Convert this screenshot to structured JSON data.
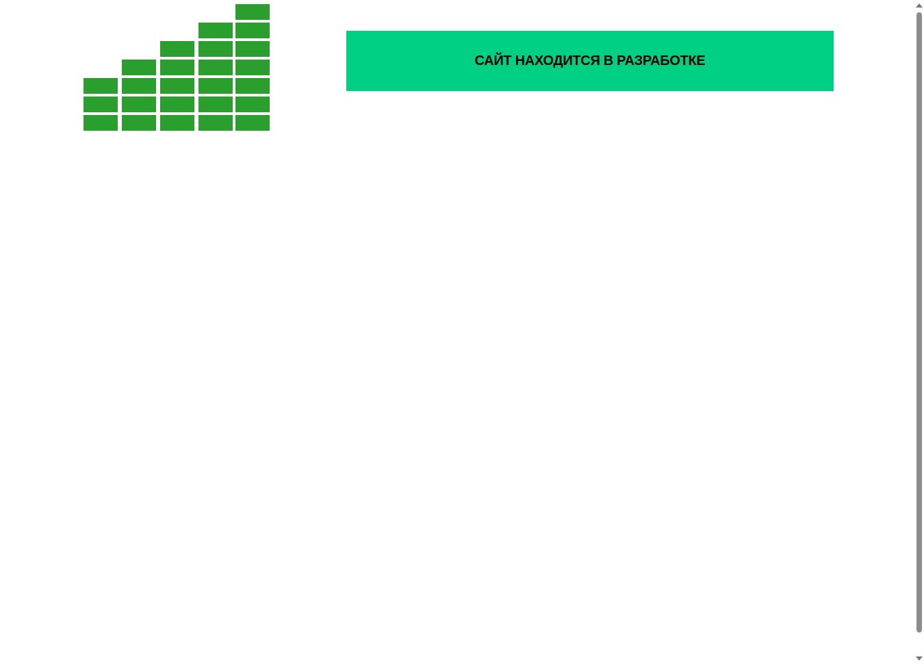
{
  "logo": {
    "column_heights": [
      3,
      4,
      5,
      6,
      7
    ],
    "color": "#2a9f2e"
  },
  "banner": {
    "text": "САЙТ НАХОДИТСЯ В РАЗРАБОТКЕ",
    "color": "#00d084"
  }
}
